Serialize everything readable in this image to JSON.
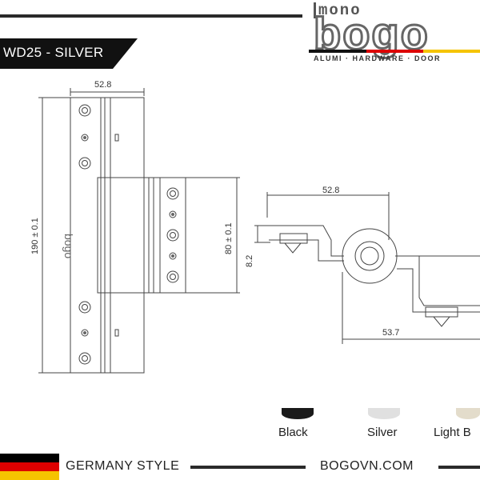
{
  "header": {
    "product_title": "WD25 - SILVER"
  },
  "logo": {
    "mono": "mono",
    "brand": "bogo",
    "tagline": "ALUMI · HARDWARE · DOOR",
    "strip_colors": [
      "#111111",
      "#d00000",
      "#f5c400"
    ]
  },
  "drawing": {
    "front_width": "52.8",
    "front_height": "190 ± 0.1",
    "inner_height": "80 ± 0.1",
    "plan_width": "52.8",
    "plan_offset": "8.2",
    "plan_lower_width": "53.7",
    "hinge_logo": "bogo"
  },
  "finishes": {
    "items": [
      {
        "label": "Black",
        "color": "#1a1a1a"
      },
      {
        "label": "Silver",
        "color": "#d9d9d9"
      },
      {
        "label": "Light B",
        "color": "#e3dccb"
      }
    ]
  },
  "footer": {
    "style_text": "GERMANY STYLE",
    "website": "BOGOVN.COM",
    "flag_colors": [
      "#000000",
      "#dd0000",
      "#f5c400"
    ]
  }
}
